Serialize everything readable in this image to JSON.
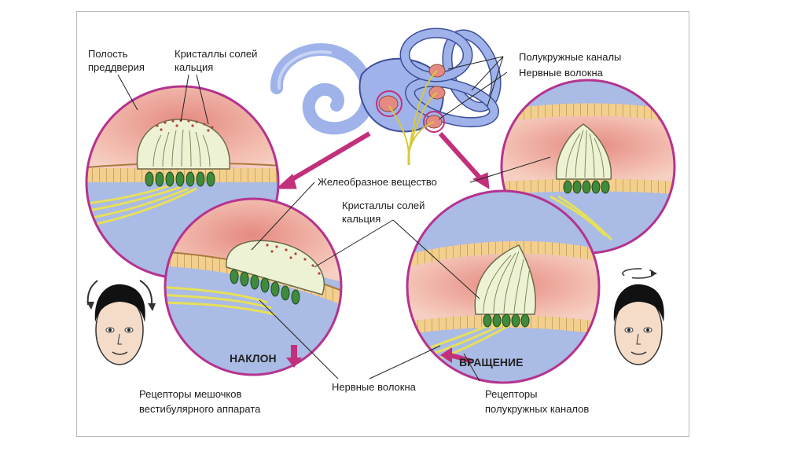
{
  "labels": {
    "vestibule_cavity": [
      "Полость",
      "преддверия"
    ],
    "calcium_crystals_top": [
      "Кристаллы солей",
      "кальция"
    ],
    "semicircular_canals": "Полукружные каналы",
    "nerve_fibers_top": "Нервные волокна",
    "gelatinous_substance": "Желеобразное вещество",
    "calcium_crystals_mid": [
      "Кристаллы солей",
      "кальция"
    ],
    "tilt": "НАКЛОН",
    "rotation": "ВРАЩЕНИЕ",
    "nerve_fibers_bottom": "Нервные волокна",
    "saccule_receptors": [
      "Рецепторы мешочков",
      "вестибулярного аппарата"
    ],
    "canal_receptors": [
      "Рецепторы",
      "полукружных каналов"
    ]
  },
  "colors": {
    "labyrinth": "#9fb3ea",
    "circle_border": "#b5338f",
    "cavity": "#f2bcae",
    "fluid": "#aabbe5",
    "gel": "#eef2d4",
    "cells": "#3f8a3c",
    "nerve": "#e6e05a",
    "arrow": "#c2307c"
  }
}
